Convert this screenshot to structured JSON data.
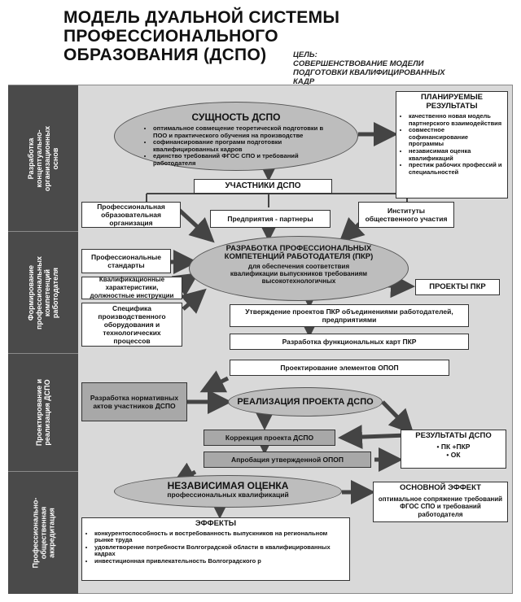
{
  "title": [
    "МОДЕЛЬ ДУАЛЬНОЙ СИСТЕМЫ",
    "ПРОФЕССИОНАЛЬНОГО",
    "ОБРАЗОВАНИЯ (ДСПО)"
  ],
  "goal": [
    "ЦЕЛЬ:",
    "СОВЕРШЕНСТВОВАНИЕ МОДЕЛИ",
    "ПОДГОТОВКИ КВАЛИФИЦИРОВАННЫХ",
    "КАДР"
  ],
  "bands": [
    "Разработка концептуально-организационных основ",
    "Формирование профессиональных компетенций работодателя",
    "Проектирование и реализация ДСПО",
    "Профессионально-общественная аккредитация"
  ],
  "essence": {
    "title": "СУЩНОСТЬ ДСПО",
    "items": [
      "оптимальное совмещение теоретической подготовки в ПОО и практического обучения на производстве",
      "софинансирование программ подготовки квалифицированных кадров",
      "единство требований ФГОС СПО и требований работодателя"
    ]
  },
  "planned": {
    "title": "ПЛАНИРУЕМЫЕ РЕЗУЛЬТАТЫ",
    "items": [
      "качественно новая модель партнерского взаимодействия",
      "совместное софинансирование программы",
      "независимая оценка квалификаций",
      "престиж рабочих профессий и специальностей"
    ]
  },
  "participants": {
    "title": "УЧАСТНИКИ ДСПО",
    "org": "Профессиональная образовательная организация",
    "partners": "Предприятия - партнеры",
    "institutes": "Институты общественного участия"
  },
  "pkr": {
    "title": "РАЗРАБОТКА ПРОФЕССИОНАЛЬНЫХ КОМПЕТЕНЦИЙ РАБОТОДАТЕЛЯ (ПКР)",
    "subtitle": "для обеспечения соответствия квалификации выпускников требованиям высокотехнологичных",
    "standards": "Профессиональные стандарты",
    "qualif": "Квалификационные характеристики, должностные инструкции",
    "specifics": "Специфика производственного оборудования и технологических процессов",
    "projects": "ПРОЕКТЫ ПКР",
    "approval": "Утверждение проектов ПКР объединениями работодателей, предприятиями",
    "maps": "Разработка функциональных карт ПКР"
  },
  "design": {
    "elements": "Проектирование элементов ОПОП",
    "normative": "Разработка нормативных актов участников ДСПО",
    "realization": "РЕАЛИЗАЦИЯ ПРОЕКТА ДСПО",
    "correction": "Коррекция проекта ДСПО",
    "approbation": "Апробация утвержденной ОПОП",
    "results_title": "РЕЗУЛЬТАТЫ ДСПО",
    "results_items": [
      "ПК +ПКР",
      "ОК"
    ]
  },
  "accreditation": {
    "title": "НЕЗАВИСИМАЯ ОЦЕНКА",
    "subtitle": "профессиональных квалификаций",
    "main_effect_title": "ОСНОВНОЙ ЭФФЕКТ",
    "main_effect_text": "оптимальное сопряжение требований ФГОС СПО и требований работодателя",
    "effects_title": "ЭФФЕКТЫ",
    "effects": [
      "конкурентоспособность и востребованность выпускников на региональном рынке труда",
      "удовлетворение потребности Волгоградской области в квалифицированных кадрах",
      "инвестиционная привлекательность Волгоградского р"
    ]
  }
}
